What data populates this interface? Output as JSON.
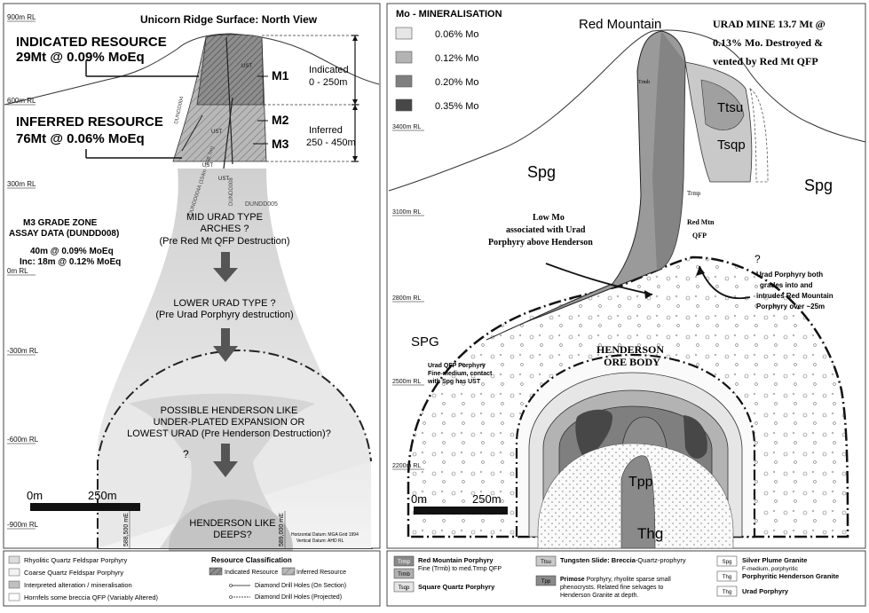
{
  "left_panel": {
    "title": "Unicorn Ridge Surface: North View",
    "rl_labels": [
      "900m RL",
      "600m RL",
      "300m RL",
      "0m RL",
      "-300m RL",
      "-600m RL",
      "-900m RL"
    ],
    "indicated": {
      "line1": "INDICATED RESOURCE",
      "line2": "29Mt @ 0.09% MoEq"
    },
    "inferred": {
      "line1": "INFERRED RESOURCE",
      "line2": "76Mt @ 0.06% MoEq"
    },
    "zones": [
      "M1",
      "M2",
      "M3"
    ],
    "indicated_depth": {
      "line1": "Indicated",
      "line2": "0 - 250m"
    },
    "inferred_depth": {
      "line1": "Inferred",
      "line2": "250 - 450m"
    },
    "ust_labels": [
      "UST",
      "UST",
      "UST",
      "UST"
    ],
    "drill_hole_labels": [
      "DUNDD004",
      "DUNDD004A (154m - 508.7m)",
      "DUNDD008",
      "DUNDD005"
    ],
    "m3_grade": {
      "line1": "M3 GRADE ZONE",
      "line2": "ASSAY DATA (DUNDD008)",
      "line3": "40m @ 0.09% MoEq",
      "line4": "Inc: 18m @ 0.12% MoEq"
    },
    "arches": {
      "line1": "MID URAD TYPE",
      "line2": "ARCHES ?",
      "line3": "(Pre Red Mt QFP Destruction)"
    },
    "lower_urad": {
      "line1": "LOWER URAD TYPE ?",
      "line2": "(Pre Urad Porphyry destruction)"
    },
    "henderson_like": {
      "line1": "POSSIBLE HENDERSON LIKE",
      "line2": "UNDER-PLATED EXPANSION OR",
      "line3": "LOWEST URAD (Pre Henderson Destruction)?"
    },
    "question": "?",
    "deeps": {
      "line1": "HENDERSON LIKE",
      "line2": "DEEPS?"
    },
    "scale": {
      "zero": "0m",
      "len": "250m"
    },
    "eastings": [
      "588,500 mE",
      "589,000 mE"
    ],
    "datum": {
      "line1": "Horizontal Datum: MGA Grid 1994",
      "line2": "Vertical Datum:   AHD RL"
    },
    "legend": {
      "items": [
        "Rhyolitic Quartz Feldspar Porphyry",
        "Coarse Quartz Feldspar Porphyry",
        "Interpreted alteration / mineralisation",
        "Hornfels some breccia QFP (Variably Altered)"
      ],
      "resource_title": "Resource Classification",
      "indicated_label": "Indicated Resource",
      "inferred_label": "Inferred Resource",
      "dd_on": "Diamond Drill Holes (On Section)",
      "dd_proj": "Diamond Drill Holes (Projected)"
    }
  },
  "right_panel": {
    "mo_title": "Mo - MINERALISATION",
    "mo_grades": [
      "0.06% Mo",
      "0.12% Mo",
      "0.20% Mo",
      "0.35% Mo"
    ],
    "mo_colors": [
      "#e6e6e6",
      "#b3b3b3",
      "#7f7f7f",
      "#474747"
    ],
    "red_mountain": "Red Mountain",
    "urad_note": {
      "line1": "URAD MINE 13.7 Mt @",
      "line2": "0.13% Mo. Destroyed &",
      "line3": "vented by Red Mt QFP"
    },
    "rl_labels": [
      "3400m RL",
      "3100m RL",
      "2800m RL",
      "2500m RL",
      "2200m RL"
    ],
    "unit_labels": {
      "trmb": "Trmb",
      "trmp": "Trmp",
      "ttsu": "Ttsu",
      "tsqp": "Tsqp",
      "spg_left": "Spg",
      "spg_right": "Spg",
      "spg_lower": "SPG",
      "tpp": "Tpp",
      "thg": "Thg"
    },
    "red_mtn_qfp": {
      "line1": "Red Mtn",
      "line2": "QFP"
    },
    "low_mo": {
      "line1": "Low Mo",
      "line2": "associated with Urad",
      "line3": "Porphyry above Henderson"
    },
    "urad_both": {
      "line1": "Urad Porphyry both",
      "line2": "grades into and",
      "line3": "intrudes Red Mountain",
      "line4": "Porphyry over ~25m"
    },
    "question": "?",
    "urad_qfp": {
      "line1": "Urad QFP Porphyry",
      "line2": "Fine-medium, contact",
      "line3": "with Spg has UST"
    },
    "henderson": {
      "line1": "HENDERSON",
      "line2": "ORE BODY"
    },
    "scale": {
      "zero": "0m",
      "len": "250m"
    },
    "legend": {
      "trmp": "Trmp",
      "trmb": "Trmb",
      "tsqp": "Tsqp",
      "ttsu": "Ttsu",
      "tpp": "Tpp",
      "spg": "Spg",
      "thg1": "Thg",
      "thg2": "Thg",
      "red_mtn_title": "Red Mountain Porphyry",
      "red_mtn_desc": "Fine (Trmb) to med.Trmp QFP",
      "square_qp": "Square Quartz Porphyry",
      "tungsten_bold": "Tungsten Slide: Breccia",
      "tungsten_rest": "-Quartz-prophyry",
      "primose_bold": "Primose",
      "primose_rest": " Porphyry, rhyolite sparse small",
      "primose_l2": "phenocrysts. Related fine selvages to",
      "primose_l3": "Henderson Granite at depth.",
      "silver_plume": "Silver Plume Granite",
      "silver_desc": "F-medium, porphyritic",
      "porph_henderson": "Porphyritic Henderson Granite",
      "urad_porph": "Urad Porphyry"
    }
  }
}
